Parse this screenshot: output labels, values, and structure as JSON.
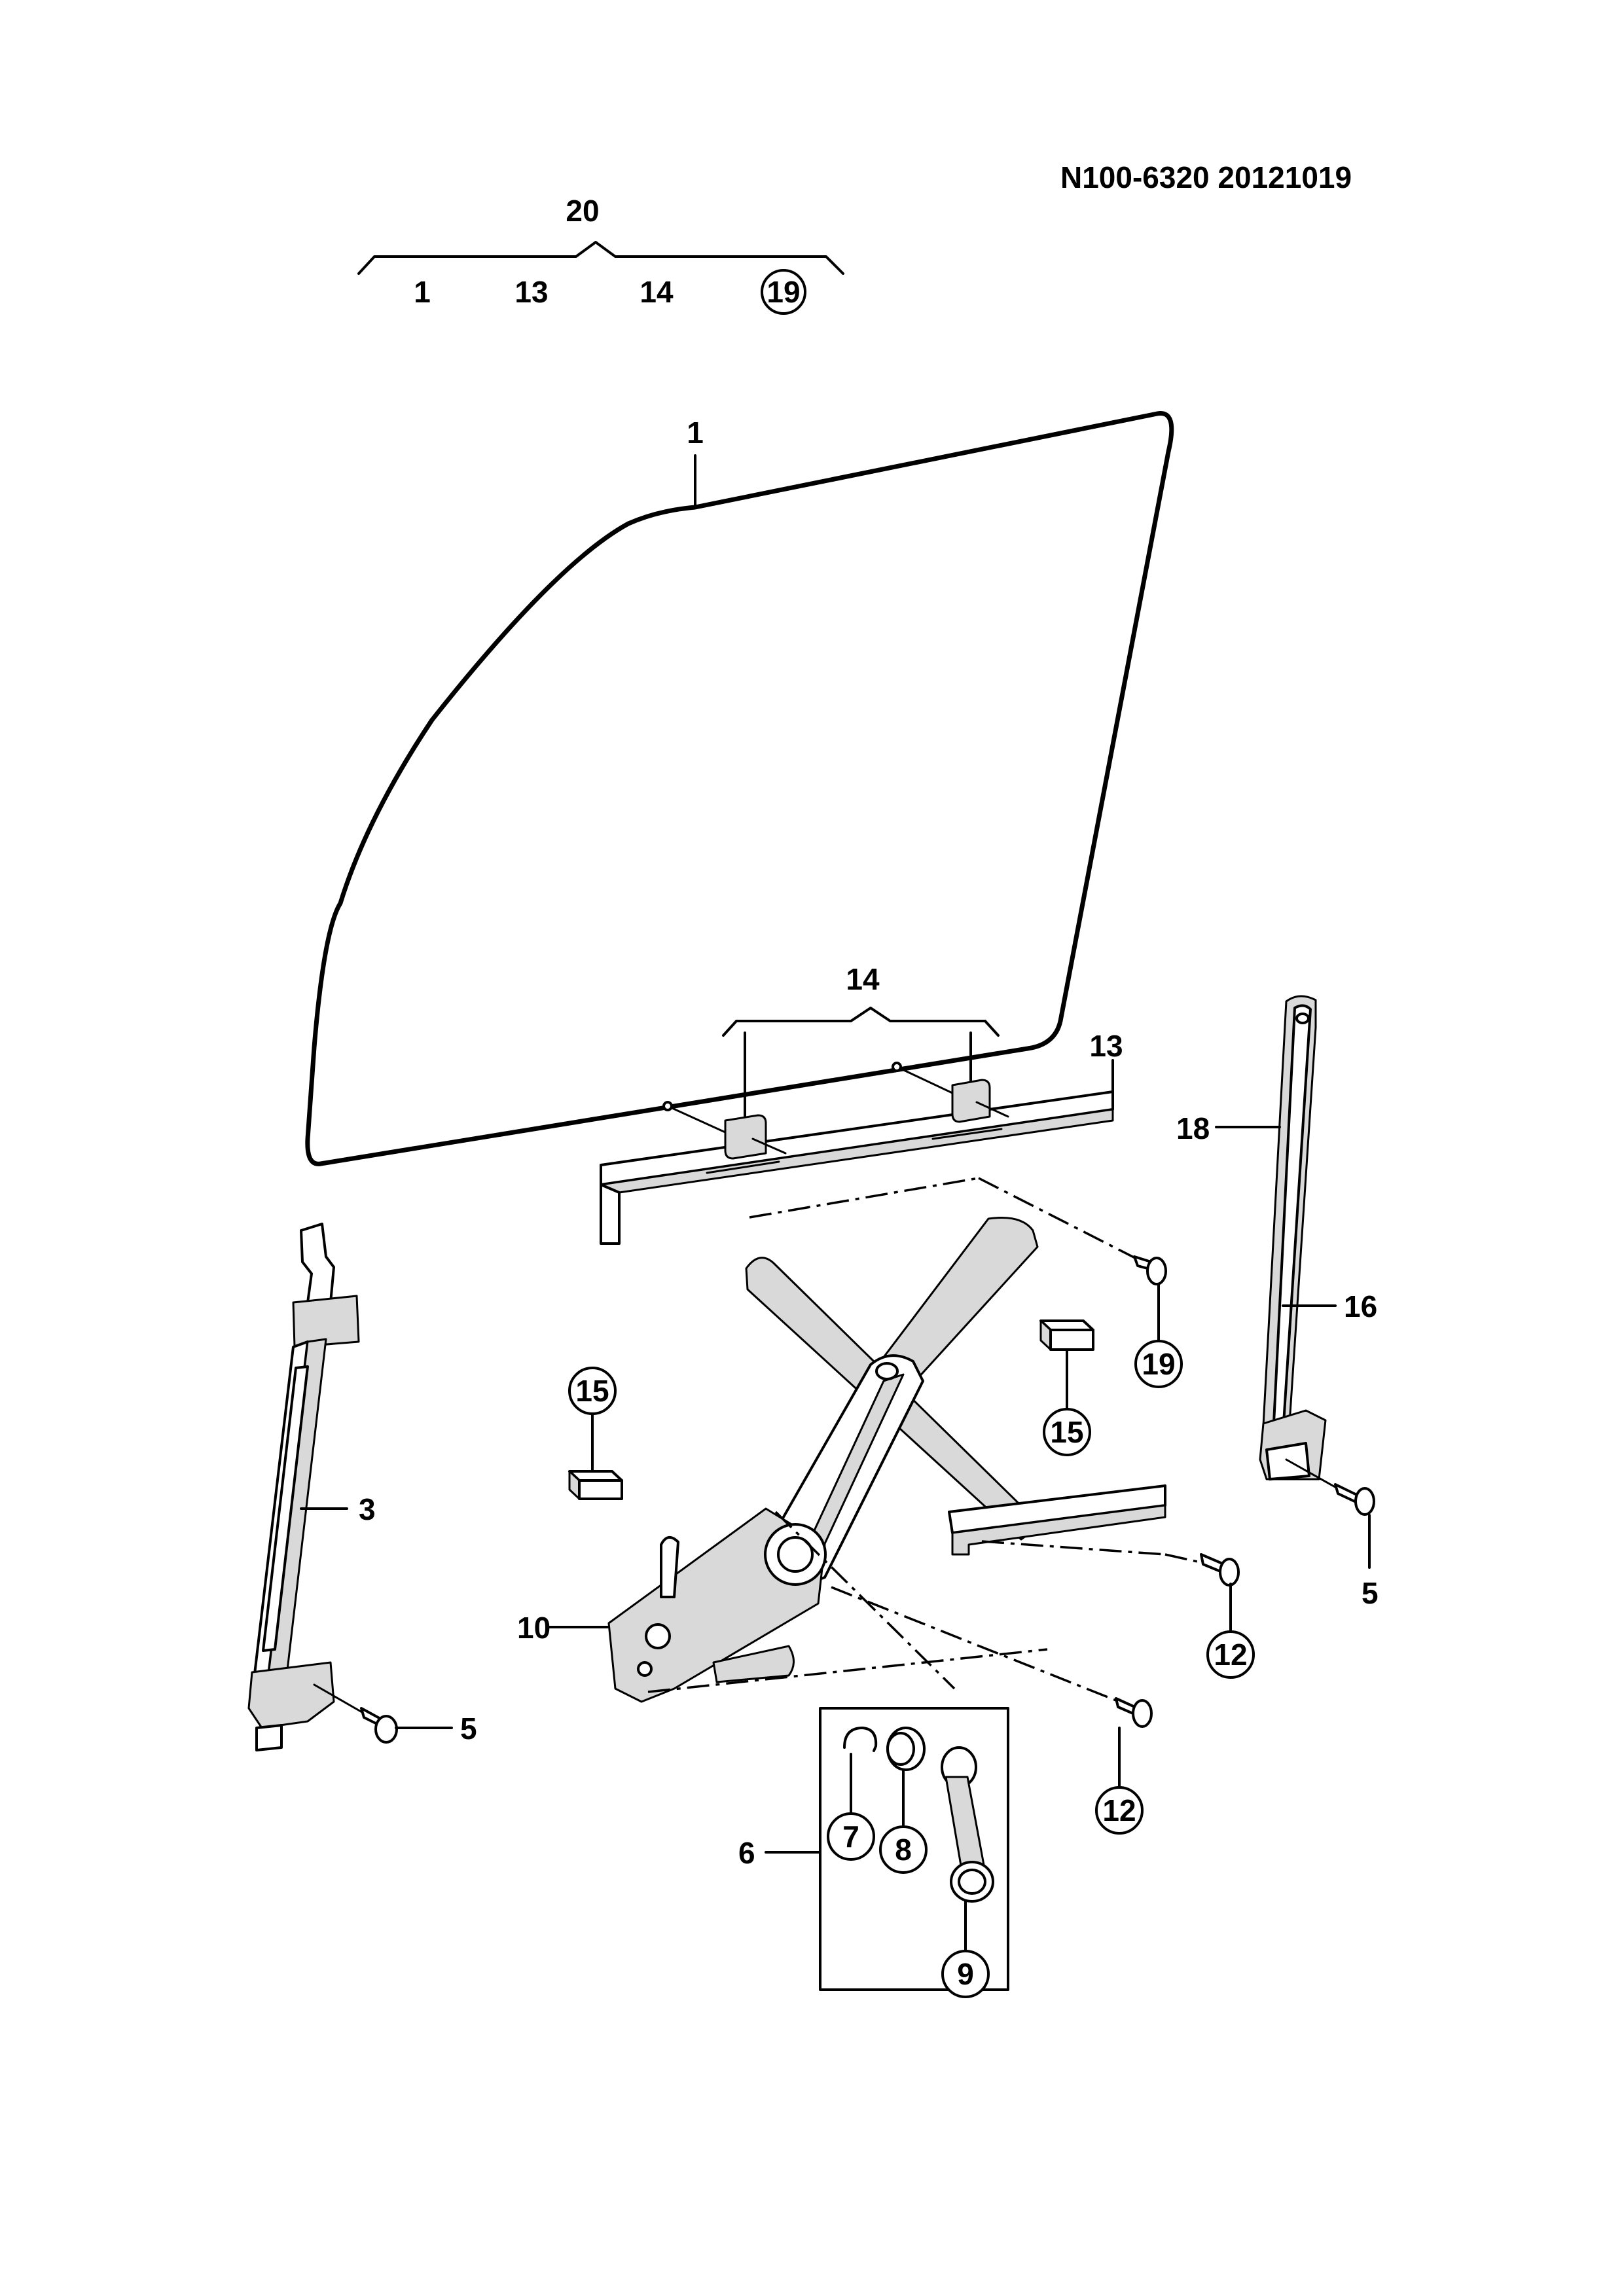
{
  "header": {
    "code": "N100-6320  20121019"
  },
  "kit": {
    "number": "20",
    "items": [
      "1",
      "13",
      "14",
      "19"
    ]
  },
  "callouts": {
    "c1": "1",
    "c3": "3",
    "c5a": "5",
    "c5b": "5",
    "c6": "6",
    "c7": "7",
    "c8": "8",
    "c9": "9",
    "c10": "10",
    "c12a": "12",
    "c12b": "12",
    "c13": "13",
    "c14": "14",
    "c15a": "15",
    "c15b": "15",
    "c16": "16",
    "c18": "18",
    "c19": "19"
  }
}
